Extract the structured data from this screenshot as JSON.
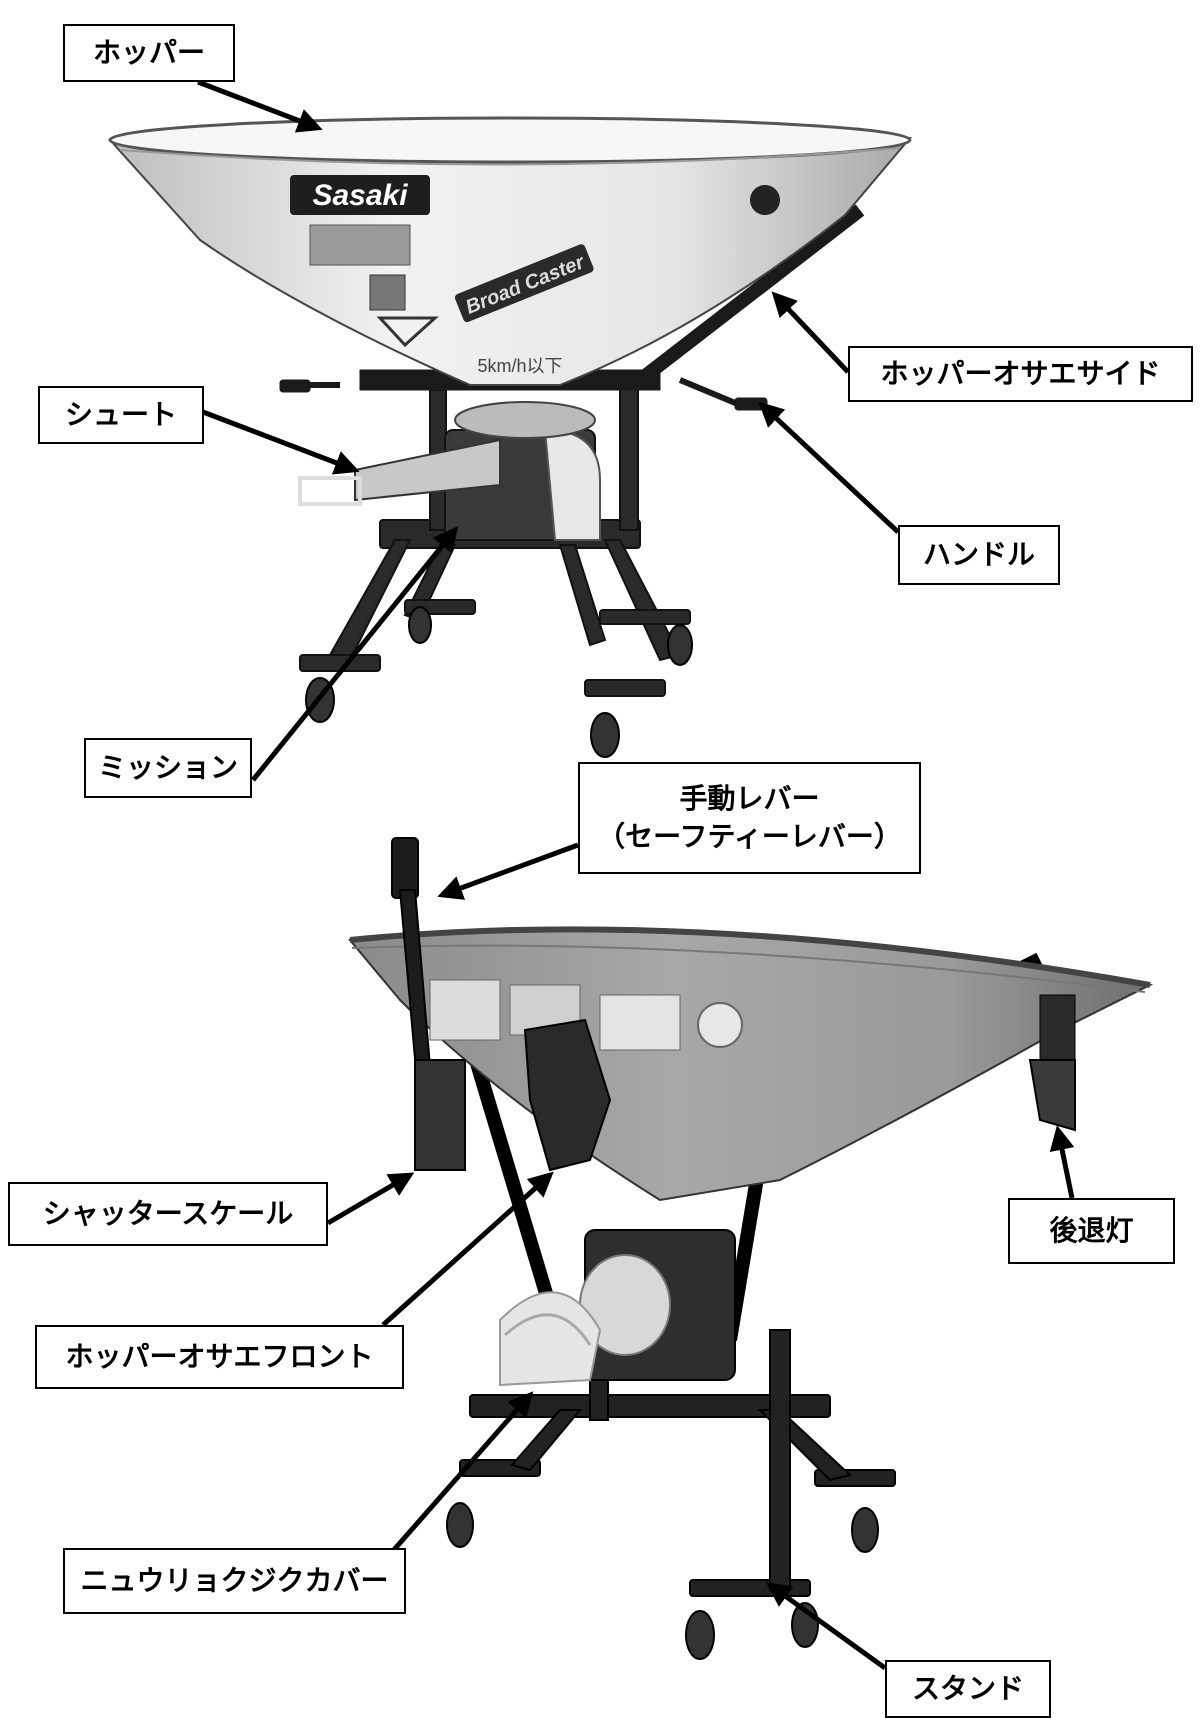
{
  "brand": {
    "logo_text": "Sasaki",
    "decal_text": "Broad Caster",
    "speed_text": "5km/h以下"
  },
  "colors": {
    "line": "#000000",
    "label_border": "#000000",
    "background": "#ffffff"
  },
  "labels": {
    "hopper": "ホッパー",
    "hopper_side_clamp": "ホッパーオサエサイド",
    "chute": "シュート",
    "handle": "ハンドル",
    "mission": "ミッション",
    "manual_lever": "手動レバー",
    "manual_lever_sub": "（セーフティーレバー）",
    "shutter_scale": "シャッタースケール",
    "reverse_light": "後退灯",
    "hopper_front_clamp": "ホッパーオサエフロント",
    "inlet_shaft_cover": "ニュウリョクジクカバー",
    "stand": "スタンド"
  }
}
